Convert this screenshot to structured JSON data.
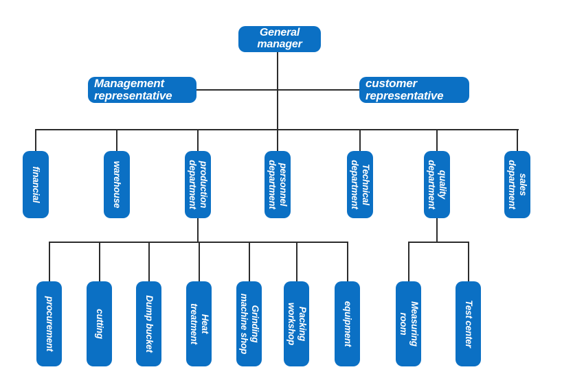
{
  "colors": {
    "node_fill": "#0b70c4",
    "node_text": "#ffffff",
    "connector": "#2b2b2b",
    "background": "#ffffff"
  },
  "nodes": {
    "general_manager": "General\nmanager",
    "management_representative": "Management\nrepresentative",
    "customer_representative": "customer\nrepresentative",
    "financial": "financial",
    "warehouse": "warehouse",
    "production_department": "production\ndepartment",
    "personnel_department": "personnel\ndepartment",
    "technical_department": "Technical\ndepartment",
    "quality_department": "quality\ndepartment",
    "sales_department": "sales\ndepartment",
    "procurement": "procurement",
    "cutting": "cutting",
    "dump_bucket": "Dump bucket",
    "heat_treatment": "Heat\ntreatment",
    "grinding_machine_shop": "Grinding\nmachine shop",
    "packing_workshop": "Packing\nworkshop",
    "equipment": "equipment",
    "measuring_room": "Measuring\nroom",
    "test_center": "Test center"
  },
  "hierarchy": {
    "root": "General manager",
    "staff": [
      "Management representative",
      "customer representative"
    ],
    "children": {
      "General manager": [
        "financial",
        "warehouse",
        "production department",
        "personnel department",
        "Technical department",
        "quality department",
        "sales department"
      ],
      "production department": [
        "procurement",
        "cutting",
        "Dump bucket",
        "Heat treatment",
        "Grinding machine shop",
        "Packing workshop",
        "equipment"
      ],
      "quality department": [
        "Measuring room",
        "Test center"
      ]
    }
  }
}
